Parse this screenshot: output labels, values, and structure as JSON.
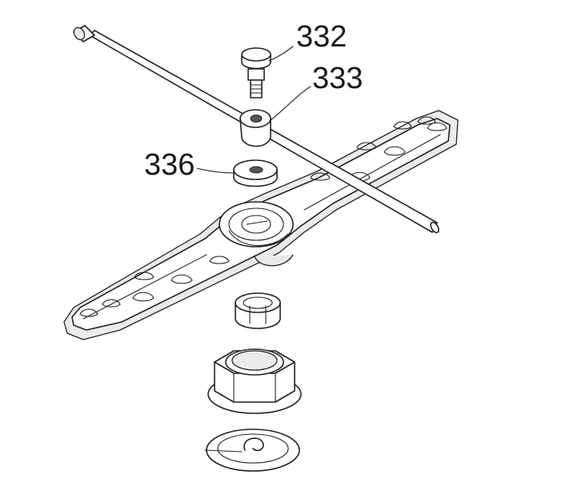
{
  "callouts": {
    "label_332": "332",
    "label_333": "333",
    "label_336": "336"
  }
}
